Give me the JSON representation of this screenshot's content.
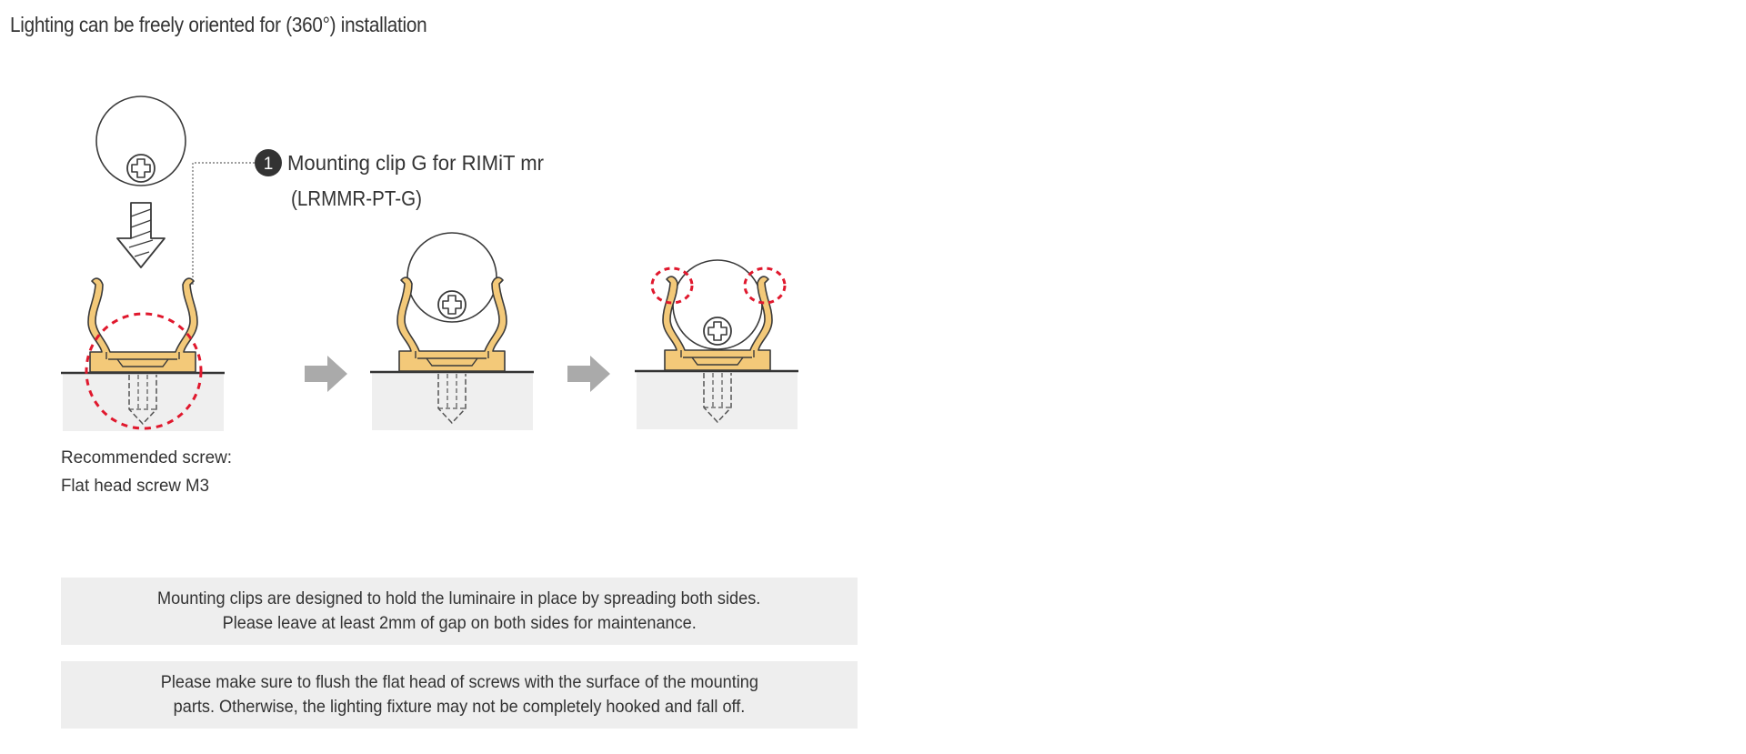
{
  "title": "Lighting can be freely oriented for (360°) installation",
  "callout": {
    "number": "1",
    "line1": "Mounting clip G for RIMiT mr",
    "line2": "(LRMMR-PT-G)"
  },
  "screw_note": {
    "line1": "Recommended screw:",
    "line2": "Flat head screw M3"
  },
  "notes": [
    {
      "line1": "Mounting clips  are designed to hold the luminaire in place by spreading both sides.",
      "line2": "Please leave at least 2mm of gap on both sides for maintenance."
    },
    {
      "line1": "Please make sure to flush the flat head of screws with the surface of the mounting",
      "line2": "parts. Otherwise, the lighting fixture may not be completely hooked and fall off."
    }
  ],
  "colors": {
    "clip": "#f3c979",
    "clip_outline": "#3a3a3a",
    "highlight": "#e0182d",
    "surface": "#efefef",
    "arrow": "#aaaaaa",
    "badge": "#333333"
  },
  "icons": [
    "screw-head-icon",
    "down-arrow-icon",
    "right-arrow-icon",
    "number-badge-icon"
  ]
}
